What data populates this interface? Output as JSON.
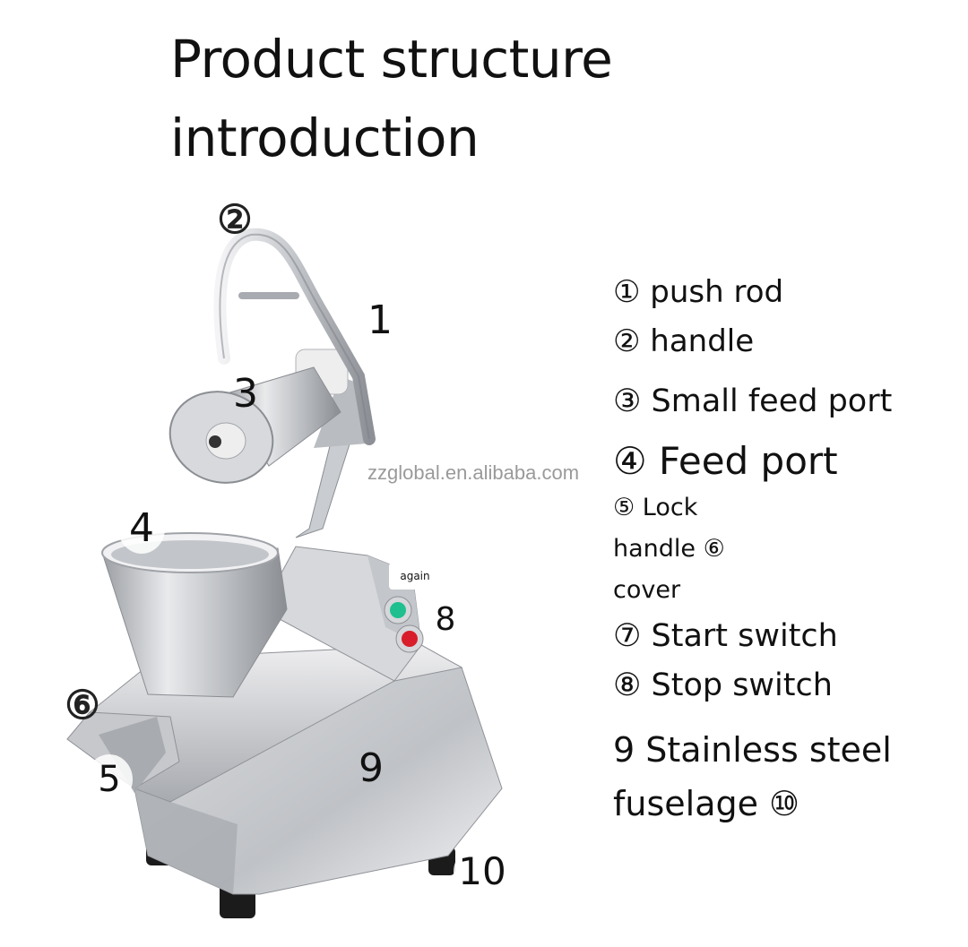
{
  "title": {
    "line1": "Product structure",
    "line2": "introduction"
  },
  "watermark": "zzglobal.en.alibaba.com",
  "sticker": "again",
  "callouts": {
    "c1": "1",
    "c2": "②",
    "c3": "3",
    "c4": "4",
    "c5": "5",
    "c6": "⑥",
    "c8": "8",
    "c9": "9",
    "c10": "10"
  },
  "legend": {
    "l1": "① push rod",
    "l2": "② handle",
    "l3": "③ Small feed port",
    "l4": "④ Feed port",
    "l5a": "⑤ Lock",
    "l5b": "handle ⑥",
    "l5c": "cover",
    "l7": "⑦ Start switch",
    "l8": " ⑧ Stop switch",
    "l9a": "9 Stainless steel",
    "l9b": " fuselage ⑩"
  },
  "colors": {
    "steel_light": "#e8e8ea",
    "steel_mid": "#b9bcc0",
    "steel_dark": "#7d8086",
    "start_button": "#1fbf8f",
    "stop_button": "#d81e2a",
    "feet": "#1b1b1b"
  }
}
